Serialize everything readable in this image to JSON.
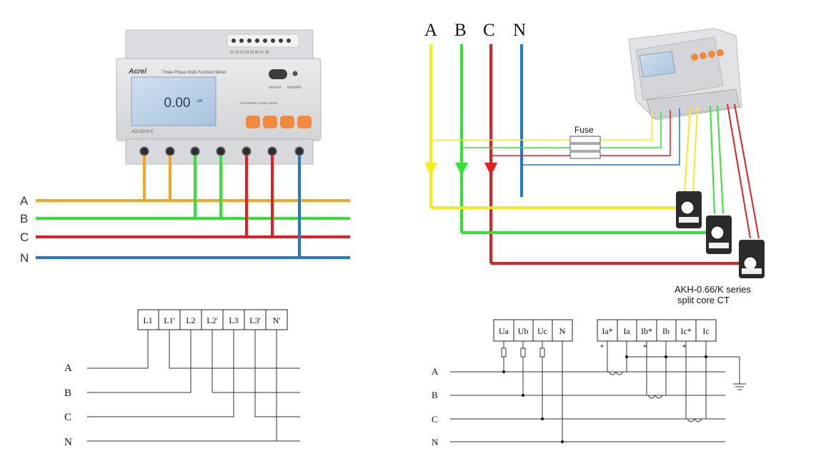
{
  "meter1": {
    "brand": "Acrel",
    "title": "Three Phase Multi-Function Meter",
    "model": "ADL3000-E",
    "display_value": "0.00",
    "display_unit": "kW",
    "infrared_label": "Infrared",
    "pulse_label": "imp/kWh",
    "spec_label": "3×220/380V  3×1(6)A  50Hz",
    "top_terminal_numbers": "21 22 23 24 25 26 27 28"
  },
  "diagram1": {
    "phase_labels": [
      "A",
      "B",
      "C",
      "N"
    ],
    "colors": {
      "A": "#f4a623",
      "B": "#2fe52f",
      "C": "#e81e1e",
      "N": "#1f78d1"
    }
  },
  "diagram2": {
    "phase_labels": [
      "A",
      "B",
      "C",
      "N"
    ],
    "fuse_label": "Fuse",
    "ct_caption_line1": "AKH-0.66/K  series",
    "ct_caption_line2": "split core CT",
    "colors": {
      "A": "#f5ee16",
      "B": "#2fe52f",
      "C": "#e81e1e",
      "N": "#1f78d1"
    }
  },
  "schematic1": {
    "terminals": [
      "L1",
      "L1'",
      "L2",
      "L2'",
      "L3",
      "L3'",
      "N'"
    ],
    "phase_labels": [
      "A",
      "B",
      "C",
      "N"
    ]
  },
  "schematic2": {
    "voltage_terminals": [
      "Ua",
      "Ub",
      "Uc",
      "N"
    ],
    "current_terminals": [
      "Ia*",
      "Ia",
      "Ib*",
      "Ib",
      "Ic*",
      "Ic"
    ],
    "phase_labels": [
      "A",
      "B",
      "C",
      "N"
    ],
    "polarity_mark": "*"
  }
}
